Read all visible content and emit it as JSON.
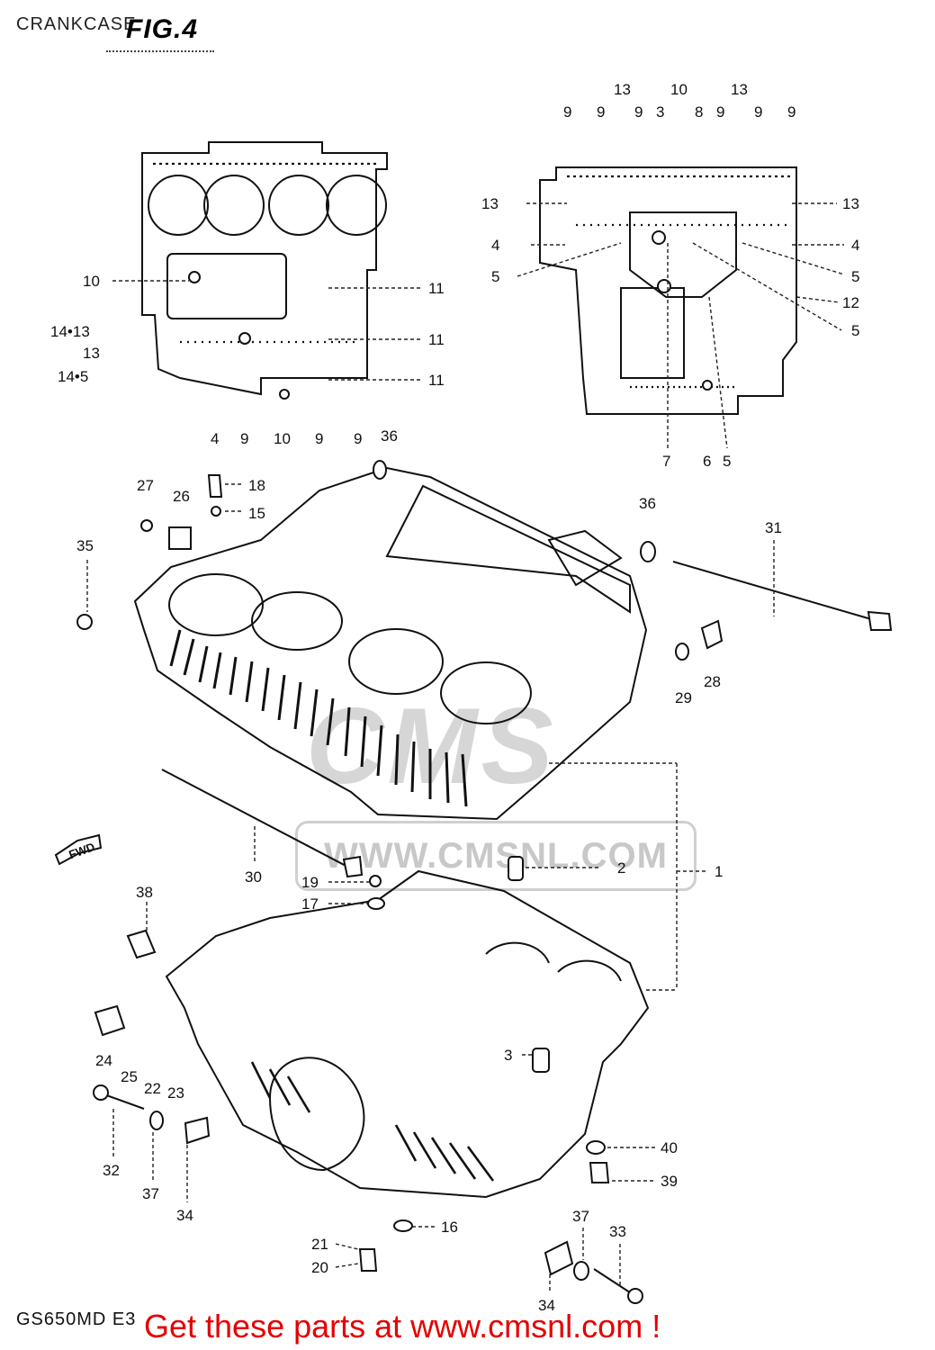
{
  "header": {
    "title": "CRANKCASE",
    "figure": "FIG.4"
  },
  "watermark": {
    "text": "WWW.CMSNL.COM",
    "logo": "CMS"
  },
  "footer": {
    "model_code": "GS650MD E3",
    "call_to_action": "Get these parts at www.cmsnl.com !"
  },
  "callouts": {
    "upper_left": [
      "10",
      "11",
      "11",
      "11",
      "14•13",
      "13",
      "14•5",
      "4",
      "9",
      "10",
      "9",
      "9"
    ],
    "upper_right_top": [
      "9",
      "9",
      "13",
      "9",
      "3",
      "10",
      "8",
      "9",
      "13",
      "9",
      "9"
    ],
    "upper_right_left": [
      "13",
      "4",
      "5"
    ],
    "upper_right_right": [
      "13",
      "4",
      "5",
      "12",
      "5"
    ],
    "upper_right_bottom": [
      "7",
      "6",
      "5"
    ],
    "main": [
      "36",
      "27",
      "26",
      "18",
      "15",
      "35",
      "36",
      "31",
      "28",
      "29",
      "30",
      "2",
      "1",
      "19",
      "17",
      "38",
      "3",
      "24",
      "25",
      "22",
      "23",
      "32",
      "37",
      "34",
      "40",
      "39",
      "16",
      "21",
      "20",
      "37",
      "33",
      "34"
    ],
    "fwd_label": "FWD"
  },
  "colors": {
    "cta": "#e30000",
    "ink": "#111111",
    "watermark": "#c8c8c8"
  }
}
